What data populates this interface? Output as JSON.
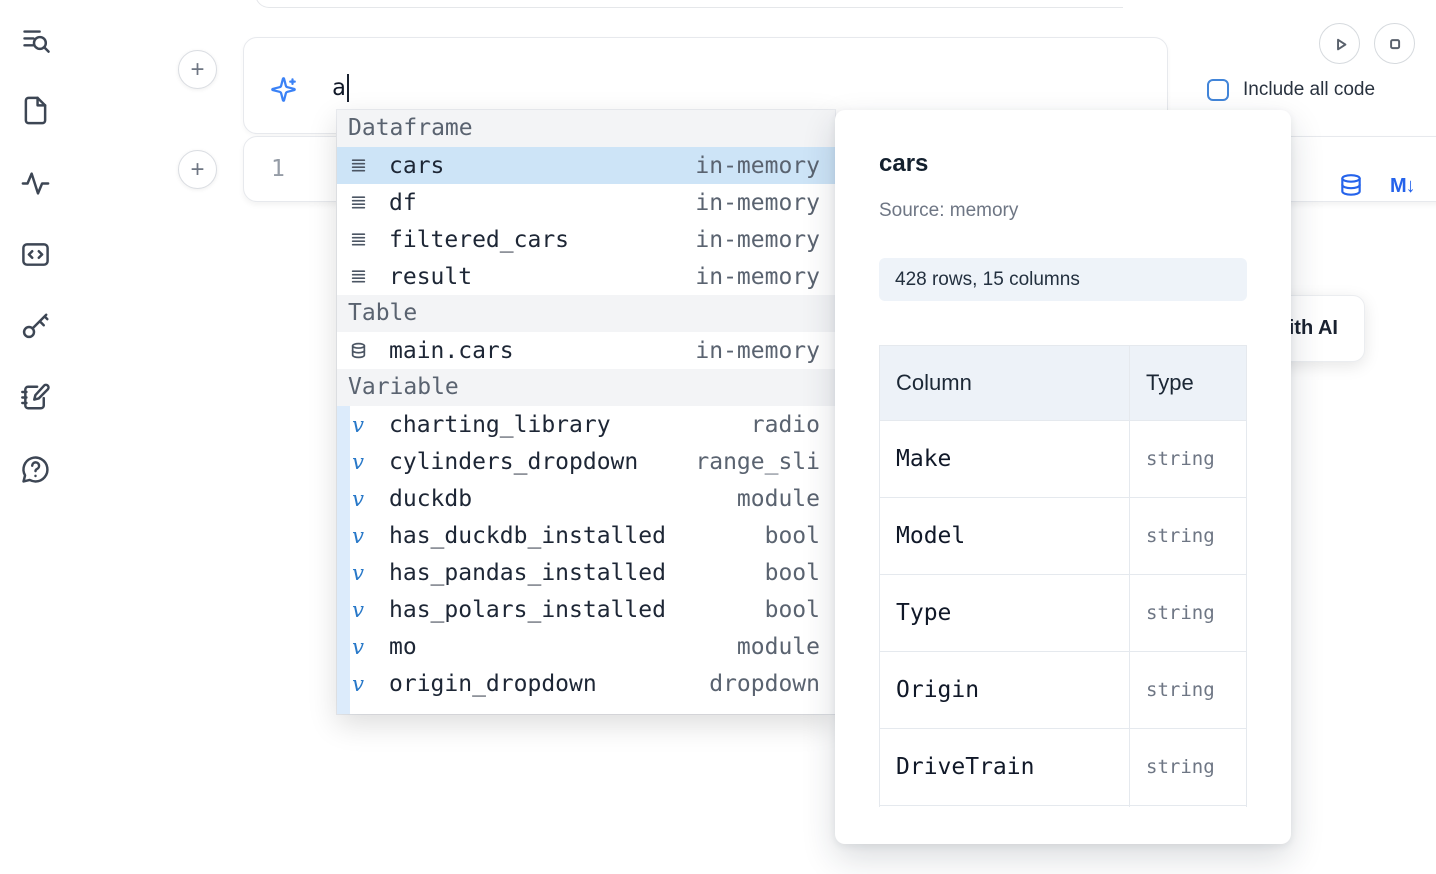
{
  "colors": {
    "accent_blue": "#3b82f6",
    "selection_blue": "#cde4f7",
    "icon_blue": "#2563eb"
  },
  "sidebar": {
    "icons": [
      "toc-search-icon",
      "document-icon",
      "activity-icon",
      "snippets-icon",
      "keys-icon",
      "scratchpad-icon",
      "help-icon"
    ]
  },
  "toolbar": {
    "add_cell_label": "+",
    "include_all_code_label": "Include all code"
  },
  "ai_input": {
    "value": "a"
  },
  "code_cell": {
    "line_number": "1",
    "markdown_icon_text": "M↓"
  },
  "background_button": {
    "label": "Generate with AI"
  },
  "autocomplete": {
    "sections": [
      {
        "label": "Dataframe",
        "items": [
          {
            "icon": "dataframe-icon",
            "label": "cars",
            "detail": "in-memory",
            "selected": true
          },
          {
            "icon": "dataframe-icon",
            "label": "df",
            "detail": "in-memory",
            "selected": false
          },
          {
            "icon": "dataframe-icon",
            "label": "filtered_cars",
            "detail": "in-memory",
            "selected": false
          },
          {
            "icon": "dataframe-icon",
            "label": "result",
            "detail": "in-memory",
            "selected": false
          }
        ]
      },
      {
        "label": "Table",
        "items": [
          {
            "icon": "table-icon",
            "label": "main.cars",
            "detail": "in-memory",
            "selected": false
          }
        ]
      },
      {
        "label": "Variable",
        "items": [
          {
            "icon": "variable-icon",
            "label": "charting_library",
            "detail": "radio",
            "selected": false
          },
          {
            "icon": "variable-icon",
            "label": "cylinders_dropdown",
            "detail": "range_sli",
            "selected": false
          },
          {
            "icon": "variable-icon",
            "label": "duckdb",
            "detail": "module",
            "selected": false
          },
          {
            "icon": "variable-icon",
            "label": "has_duckdb_installed",
            "detail": "bool",
            "selected": false
          },
          {
            "icon": "variable-icon",
            "label": "has_pandas_installed",
            "detail": "bool",
            "selected": false
          },
          {
            "icon": "variable-icon",
            "label": "has_polars_installed",
            "detail": "bool",
            "selected": false
          },
          {
            "icon": "variable-icon",
            "label": "mo",
            "detail": "module",
            "selected": false
          },
          {
            "icon": "variable-icon",
            "label": "origin_dropdown",
            "detail": "dropdown",
            "selected": false
          },
          {
            "icon": "variable-icon",
            "label": "",
            "detail": "",
            "selected": false
          }
        ]
      }
    ]
  },
  "preview": {
    "title": "cars",
    "source": "Source: memory",
    "shape_badge": "428 rows, 15 columns",
    "columns_table": {
      "headers": [
        "Column",
        "Type"
      ],
      "rows": [
        [
          "Make",
          "string"
        ],
        [
          "Model",
          "string"
        ],
        [
          "Type",
          "string"
        ],
        [
          "Origin",
          "string"
        ],
        [
          "DriveTrain",
          "string"
        ],
        [
          "",
          ""
        ]
      ]
    }
  }
}
